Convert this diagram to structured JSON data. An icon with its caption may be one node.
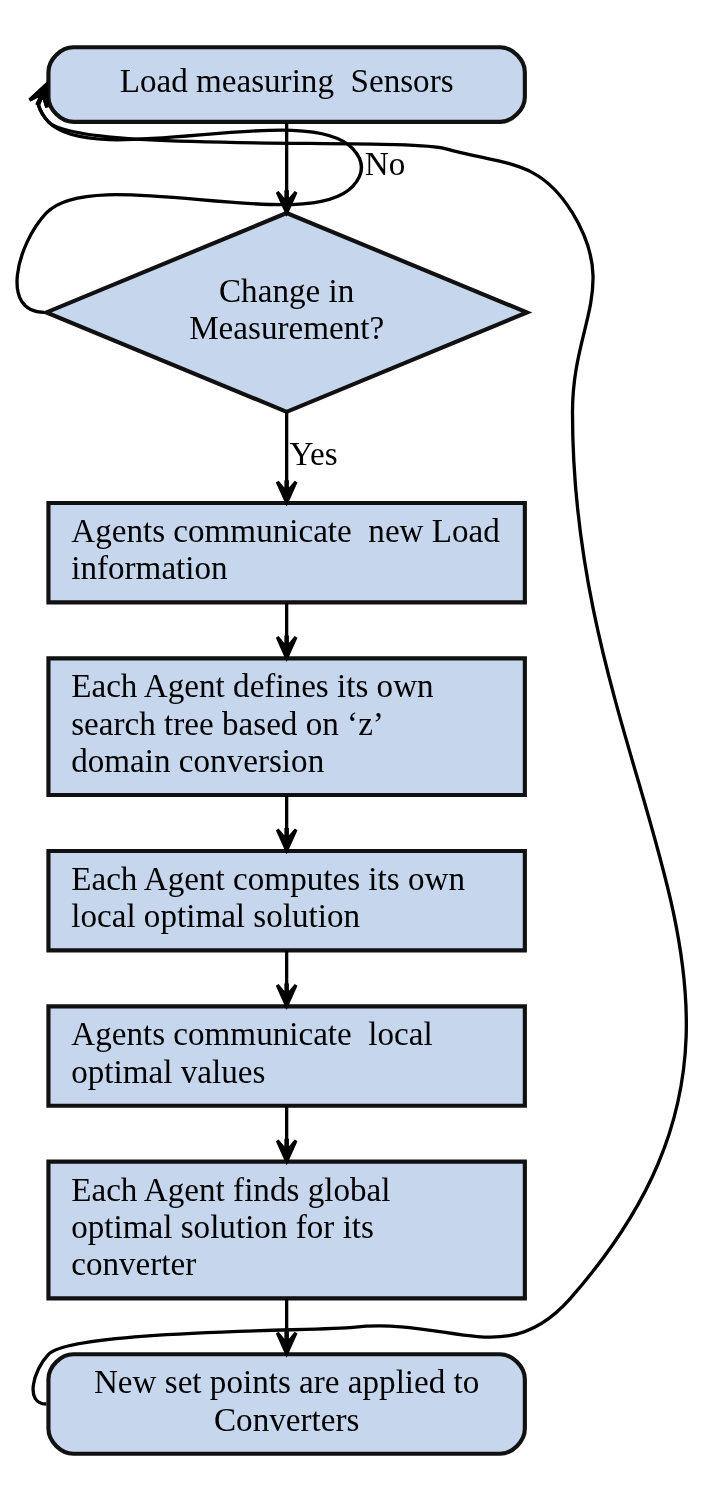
{
  "diagram": {
    "nodes": [
      {
        "text": [
          "Load measuring  Sensors"
        ]
      },
      {
        "text": [
          "Change in Measurement?"
        ]
      },
      {
        "text": [
          "Agents communicate  new Load information"
        ]
      },
      {
        "text": [
          "Each Agent defines its own search tree based on ‘z’ domain conversion"
        ]
      },
      {
        "text": [
          "Each Agent computes its own local optimal solution"
        ]
      },
      {
        "text": [
          "Agents communicate  local optimal values"
        ]
      },
      {
        "text": [
          "Each Agent finds global optimal solution for its converter"
        ]
      },
      {
        "text": [
          "New set points are applied to Converters"
        ]
      }
    ],
    "edges": [
      {
        "from": 0,
        "to": 1,
        "arrow": "to"
      },
      {
        "from": 1,
        "to": 2,
        "arrow": "to",
        "label": "Yes"
      },
      {
        "from": 2,
        "to": 3,
        "arrow": "to"
      },
      {
        "from": 3,
        "to": 4,
        "arrow": "to"
      },
      {
        "from": 4,
        "to": 5,
        "arrow": "to"
      },
      {
        "from": 5,
        "to": 6,
        "arrow": "to"
      },
      {
        "from": 6,
        "to": 7,
        "arrow": "to"
      },
      {
        "from": 1,
        "to": 0,
        "arrow": "to",
        "label": "No"
      },
      {
        "from": 7,
        "to": 0,
        "arrow": "to"
      }
    ]
  }
}
